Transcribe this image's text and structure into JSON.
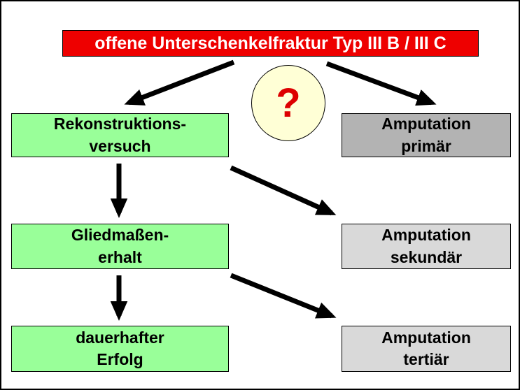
{
  "title": {
    "label": "offene Unterschenkelfraktur Typ III B / III C"
  },
  "question": {
    "symbol": "?"
  },
  "left_column": [
    {
      "id": "rekonstruktionsversuch",
      "label": "Rekonstruktions-\nversuch"
    },
    {
      "id": "gliedmassenerhalt",
      "label": "Gliedmaßen-\nerhalt"
    },
    {
      "id": "dauerhafter-erfolg",
      "label": "dauerhafter\nErfolg"
    }
  ],
  "right_column": [
    {
      "id": "amputation-primaer",
      "label": "Amputation\nprimär"
    },
    {
      "id": "amputation-sekundaer",
      "label": "Amputation\nsekundär"
    },
    {
      "id": "amputation-tertiaer",
      "label": "Amputation\ntertiär"
    }
  ],
  "colors": {
    "banner-bg": "#ee0000",
    "banner-fg": "#ffffff",
    "node-green": "#99ff99",
    "node-gray-dark": "#b3b3b3",
    "node-gray-light": "#d9d9d9",
    "circle-bg": "#ffffd6",
    "question-fg": "#dd0000",
    "arrow-color": "#000000"
  }
}
